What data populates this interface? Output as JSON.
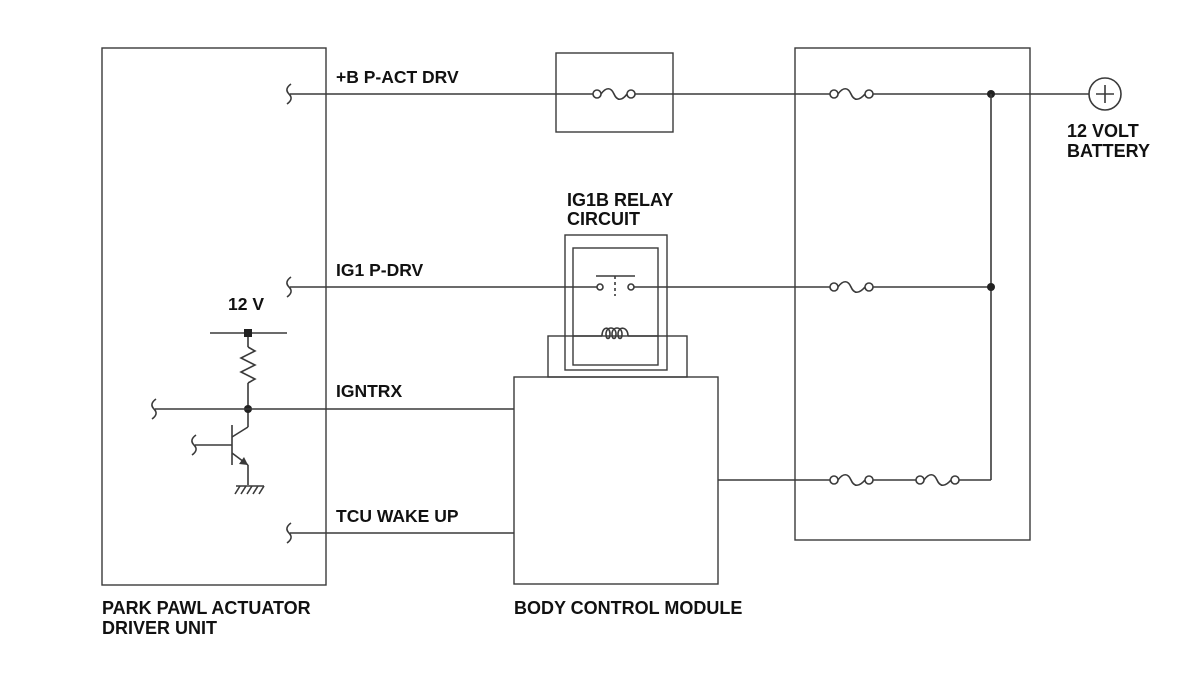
{
  "diagram": {
    "modules": {
      "ppa_line1": "PARK PAWL ACTUATOR",
      "ppa_line2": "DRIVER UNIT",
      "bcm": "BODY CONTROL MODULE",
      "relay_line1": "IG1B RELAY",
      "relay_line2": "CIRCUIT",
      "battery_line1": "12 VOLT",
      "battery_line2": "BATTERY"
    },
    "wires": {
      "b_pact": "+B P-ACT DRV",
      "ig1": "IG1 P-DRV",
      "igntrx": "IGNTRX",
      "tcu_wake": "TCU WAKE UP",
      "supply": "12 V"
    }
  },
  "colors": {
    "line": "#3a3a3a",
    "text": "#111111",
    "background": "#ffffff"
  }
}
